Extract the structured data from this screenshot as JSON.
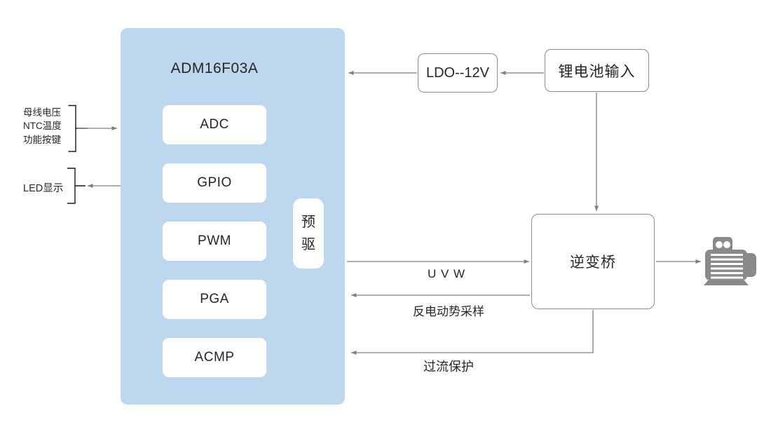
{
  "mcu": {
    "title": "ADM16F03A",
    "modules": [
      "ADC",
      "GPIO",
      "PWM",
      "PGA",
      "ACMP"
    ],
    "predriver": "预驱"
  },
  "left_panel": {
    "signals": [
      "母线电压",
      "NTC温度",
      "功能按键"
    ],
    "led": "LED显示"
  },
  "power": {
    "ldo": "LDO--12V",
    "battery": "锂电池输入"
  },
  "inverter": {
    "label": "逆变桥"
  },
  "edge_labels": {
    "uvw": "U V W",
    "bemf": "反电动势采样",
    "ocp": "过流保护"
  },
  "icons": {
    "motor": "motor-icon"
  },
  "colors": {
    "mcu_fill": "#BDD7EE",
    "box_border": "#8C8C8C",
    "wire": "#7F7F7F",
    "bracket": "#1A1A1A",
    "text": "#262626",
    "motor": "#8A8A8A"
  }
}
